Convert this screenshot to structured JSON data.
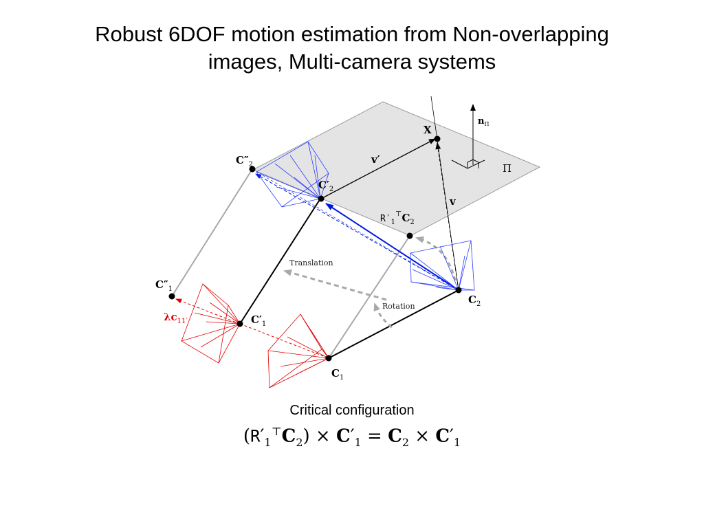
{
  "slide": {
    "title_line1": "Robust 6DOF motion estimation from Non-overlapping",
    "title_line2": "images, Multi-camera systems",
    "caption": "Critical configuration"
  },
  "diagram": {
    "labels": {
      "X": "X",
      "v_prime": "v′",
      "v": "v",
      "n": "n",
      "n_sub": "Π",
      "Pi": "Π",
      "C2pp": "C″",
      "C2pp_sub": "2",
      "C2p": "C′",
      "C2p_sub": "2",
      "R1C2_R": "R′",
      "R1C2_sub": "1",
      "R1C2_sup": "⊤",
      "R1C2_C": "C",
      "R1C2_Csub": "2",
      "C1pp": "C″",
      "C1pp_sub": "1",
      "lambda_c": "λc",
      "lambda_sub": "11′",
      "C1p": "C′",
      "C1p_sub": "1",
      "C2": "C",
      "C2_sub": "2",
      "C1": "C",
      "C1_sub": "1",
      "translation": "Translation",
      "rotation": "Rotation"
    }
  },
  "equation": {
    "open": "(",
    "R": "R",
    "R_prime": "′",
    "R_sub": "1",
    "R_sup": "⊤",
    "C": "C",
    "C_sub": "2",
    "close_times": ") × ",
    "C1": "C",
    "C1_prime": "′",
    "C1_sub": "1",
    "equals": " = ",
    "C2": "C",
    "C2_sub": "2",
    "times": " × ",
    "C3": "C",
    "C3_prime": "′",
    "C3_sub": "1"
  }
}
